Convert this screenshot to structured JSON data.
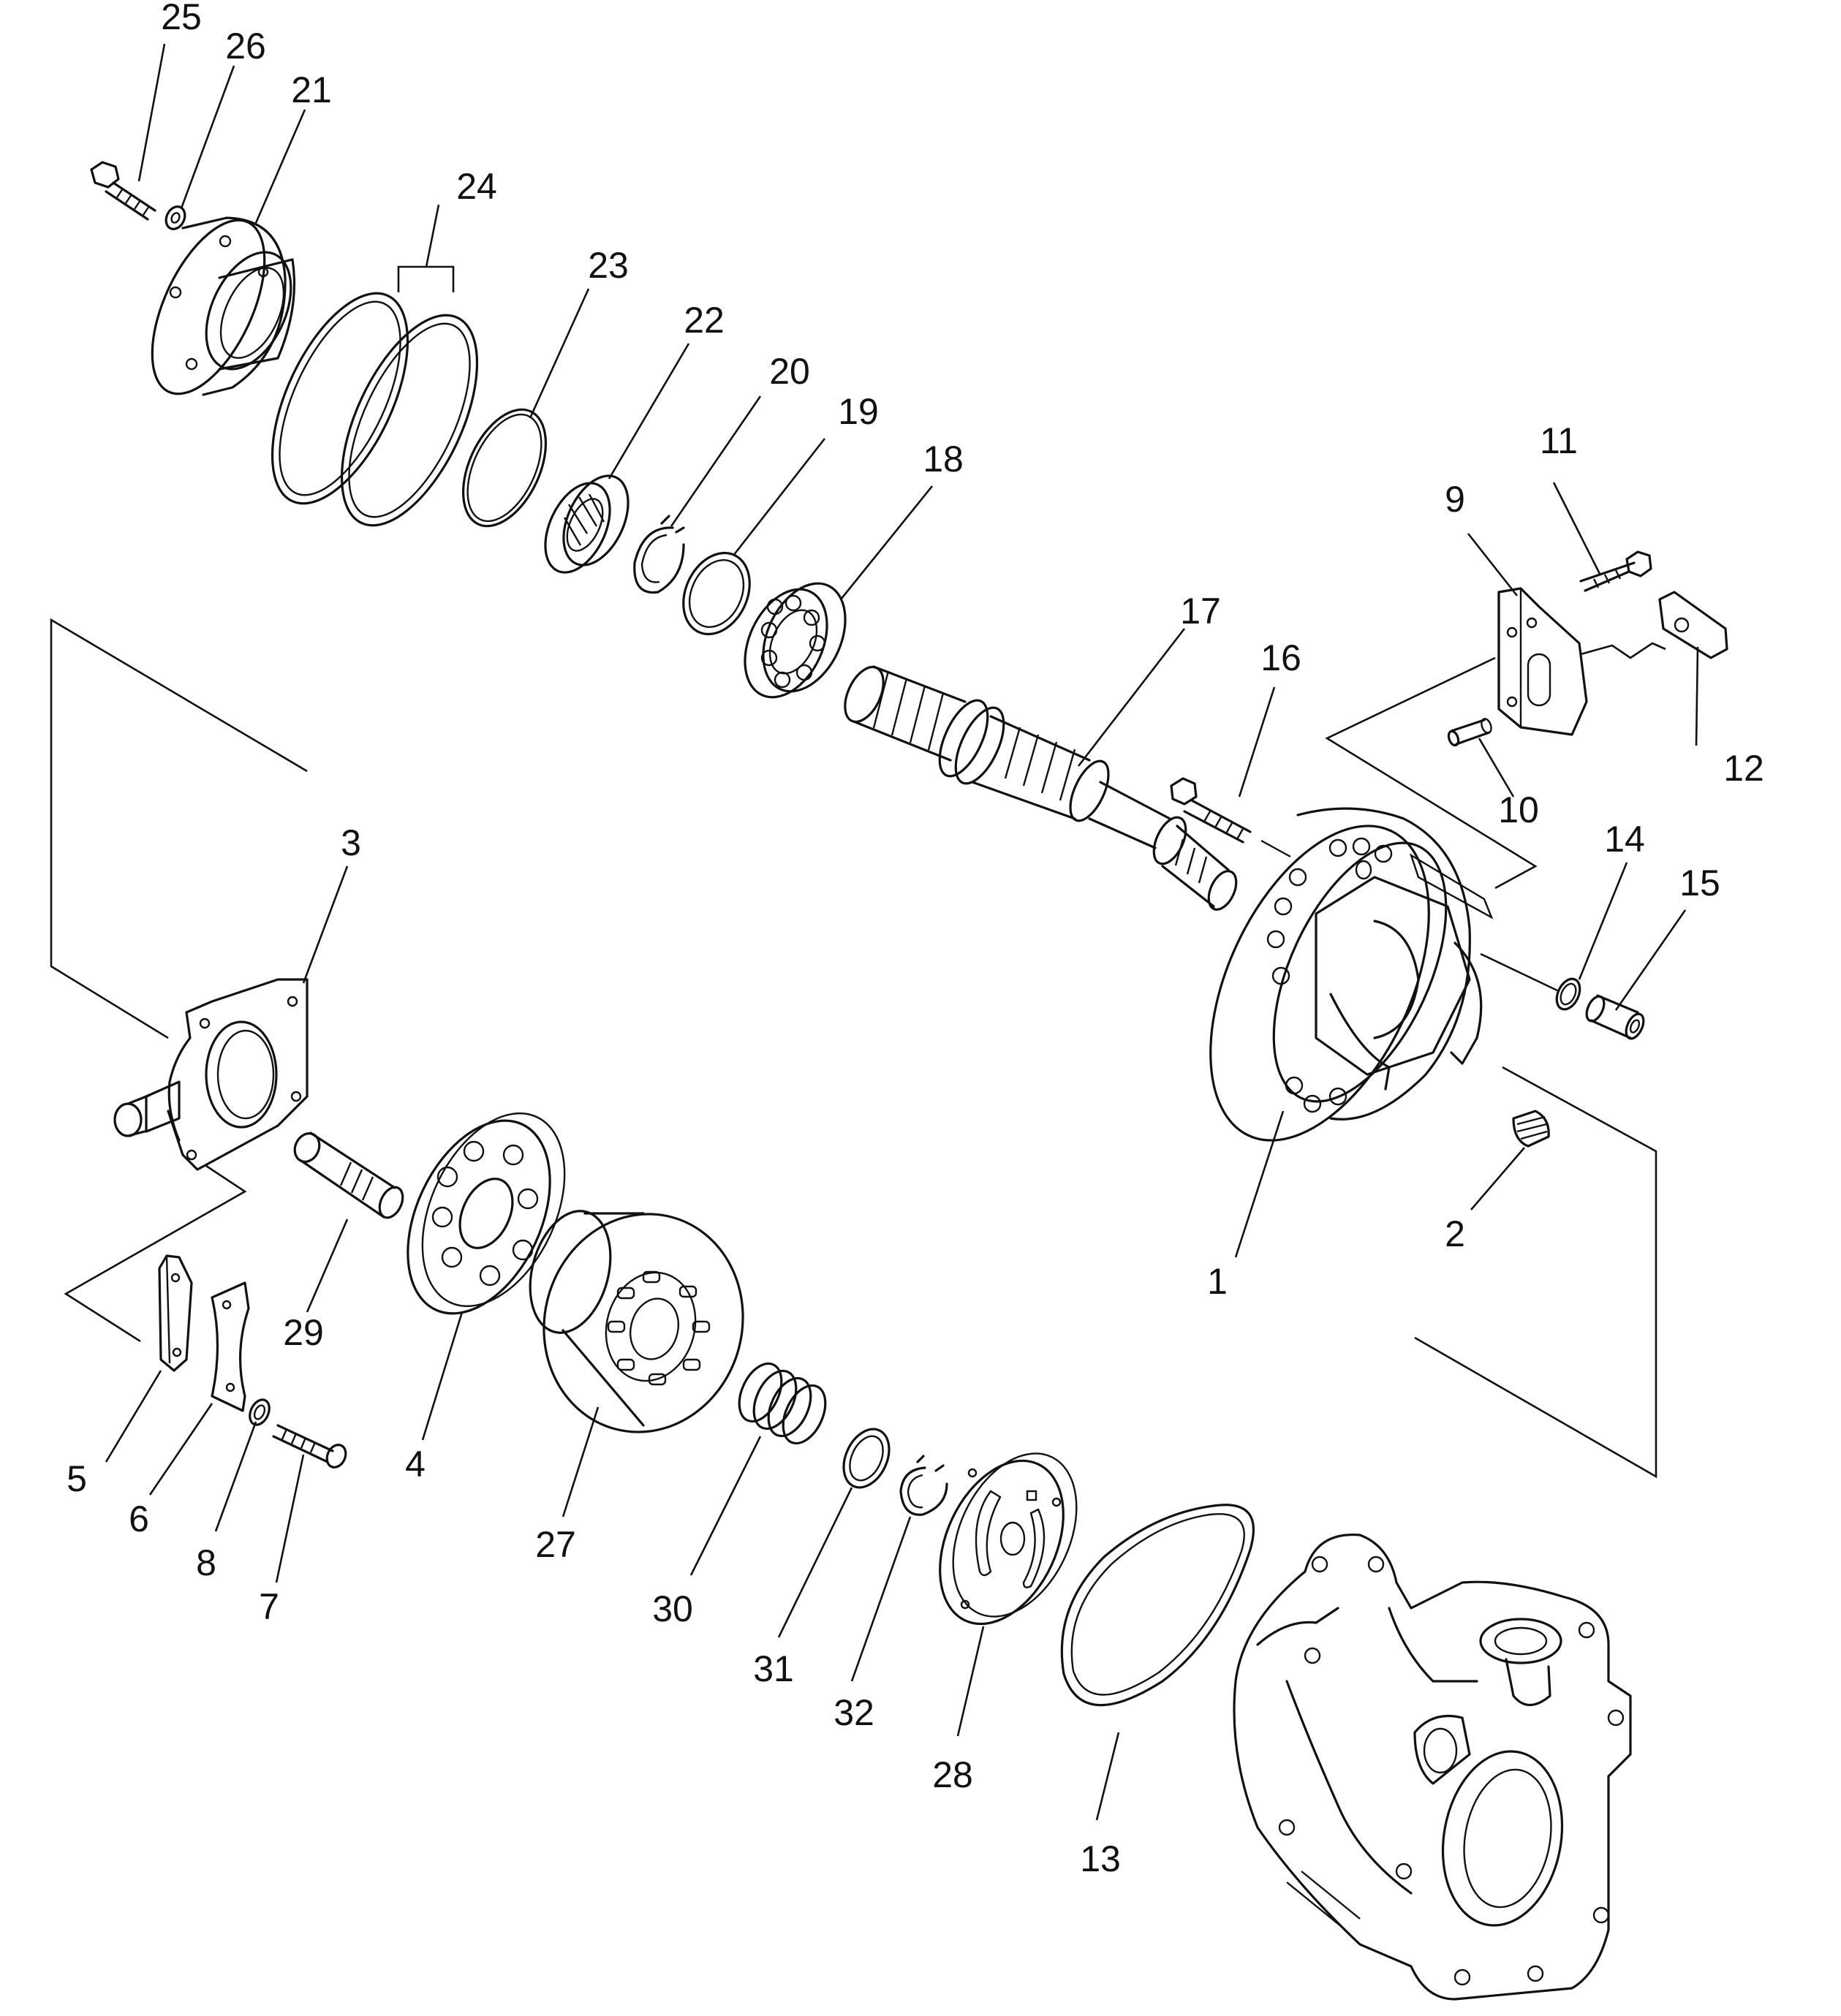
{
  "labels": {
    "p1": "1",
    "p2": "2",
    "p3": "3",
    "p4": "4",
    "p5": "5",
    "p6": "6",
    "p7": "7",
    "p8": "8",
    "p9": "9",
    "p10": "10",
    "p11": "11",
    "p12": "12",
    "p13": "13",
    "p14": "14",
    "p15": "15",
    "p16": "16",
    "p17": "17",
    "p18": "18",
    "p19": "19",
    "p20": "20",
    "p21": "21",
    "p22": "22",
    "p23": "23",
    "p24": "24",
    "p25": "25",
    "p26": "26",
    "p27": "27",
    "p28": "28",
    "p29": "29",
    "p30": "30",
    "p31": "31",
    "p32": "32"
  }
}
